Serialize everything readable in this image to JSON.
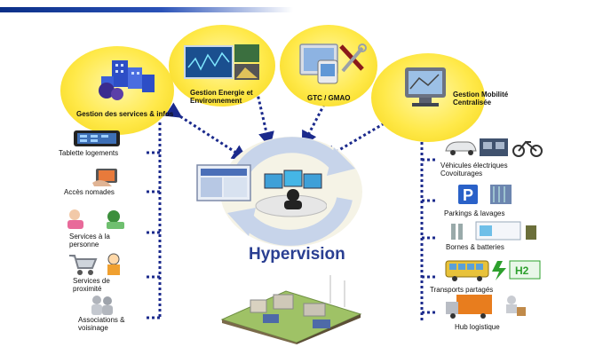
{
  "hub": {
    "label": "Hypervision"
  },
  "bubbles": [
    {
      "label": "Gestion des services & infos"
    },
    {
      "label": "Gestion Energie et Environnement"
    },
    {
      "label": "GTC / GMAO"
    },
    {
      "label": "Gestion Mobilité Centralisée"
    }
  ],
  "left_items": [
    {
      "label": "Tablette logements"
    },
    {
      "label": "Accès nomades"
    },
    {
      "label": "Services à la personne"
    },
    {
      "label": "Services de proximité"
    },
    {
      "label": "Associations & voisinage"
    }
  ],
  "right_items": [
    {
      "label": "Véhicules électriques Covoiturages"
    },
    {
      "label": "Parkings & lavages"
    },
    {
      "label": "Bornes & batteries"
    },
    {
      "label": "Transports partagés"
    },
    {
      "label": "Hub logistique"
    }
  ],
  "colors": {
    "link": "#1b2a8c",
    "bubble": "#ffe94a",
    "title_bar": "#0b2f87",
    "hub_text": "#2a3f92"
  }
}
